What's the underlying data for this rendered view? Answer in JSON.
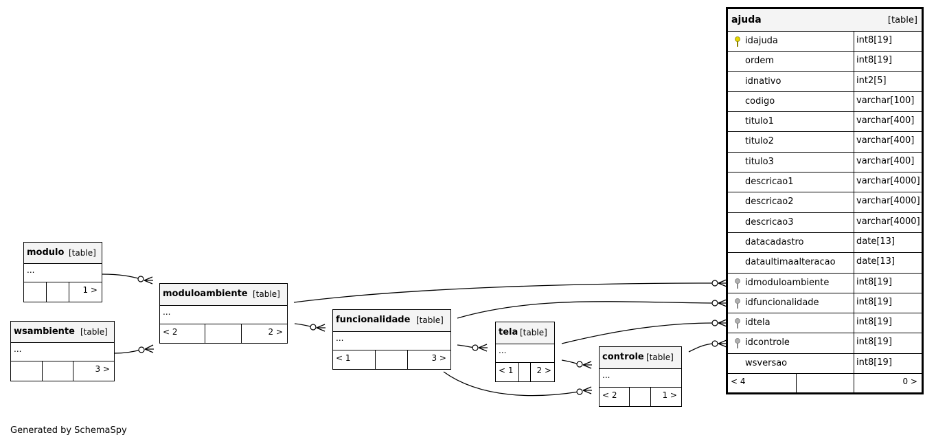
{
  "footer": "Generated by SchemaSpy",
  "tables": {
    "modulo": {
      "name": "modulo",
      "kind": "[table]",
      "dots": "...",
      "left_nav": "",
      "right_nav": "1 >"
    },
    "wsambiente": {
      "name": "wsambiente",
      "kind": "[table]",
      "dots": "...",
      "left_nav": "",
      "right_nav": "3 >"
    },
    "moduloambiente": {
      "name": "moduloambiente",
      "kind": "[table]",
      "dots": "...",
      "left_nav": "< 2",
      "right_nav": "2 >"
    },
    "funcionalidade": {
      "name": "funcionalidade",
      "kind": "[table]",
      "dots": "...",
      "left_nav": "< 1",
      "right_nav": "3 >"
    },
    "tela": {
      "name": "tela",
      "kind": "[table]",
      "dots": "...",
      "left_nav": "< 1",
      "right_nav": "2 >"
    },
    "controle": {
      "name": "controle",
      "kind": "[table]",
      "dots": "...",
      "left_nav": "< 2",
      "right_nav": "1 >"
    },
    "ajuda": {
      "name": "ajuda",
      "kind": "[table]",
      "left_nav": "< 4",
      "right_nav": "0 >",
      "columns": [
        {
          "name": "idajuda",
          "type": "int8[19]",
          "key": "primary"
        },
        {
          "name": "ordem",
          "type": "int8[19]",
          "key": ""
        },
        {
          "name": "idnativo",
          "type": "int2[5]",
          "key": ""
        },
        {
          "name": "codigo",
          "type": "varchar[100]",
          "key": ""
        },
        {
          "name": "titulo1",
          "type": "varchar[400]",
          "key": ""
        },
        {
          "name": "titulo2",
          "type": "varchar[400]",
          "key": ""
        },
        {
          "name": "titulo3",
          "type": "varchar[400]",
          "key": ""
        },
        {
          "name": "descricao1",
          "type": "varchar[4000]",
          "key": ""
        },
        {
          "name": "descricao2",
          "type": "varchar[4000]",
          "key": ""
        },
        {
          "name": "descricao3",
          "type": "varchar[4000]",
          "key": ""
        },
        {
          "name": "datacadastro",
          "type": "date[13]",
          "key": ""
        },
        {
          "name": "dataultimaalteracao",
          "type": "date[13]",
          "key": ""
        },
        {
          "name": "idmoduloambiente",
          "type": "int8[19]",
          "key": "foreign"
        },
        {
          "name": "idfuncionalidade",
          "type": "int8[19]",
          "key": "foreign"
        },
        {
          "name": "idtela",
          "type": "int8[19]",
          "key": "foreign"
        },
        {
          "name": "idcontrole",
          "type": "int8[19]",
          "key": "foreign"
        },
        {
          "name": "wsversao",
          "type": "int8[19]",
          "key": ""
        }
      ]
    }
  },
  "colors": {
    "primary_key": "#e6d800",
    "foreign_key": "#b0b0b0",
    "header_bg": "#f4f4f4"
  }
}
